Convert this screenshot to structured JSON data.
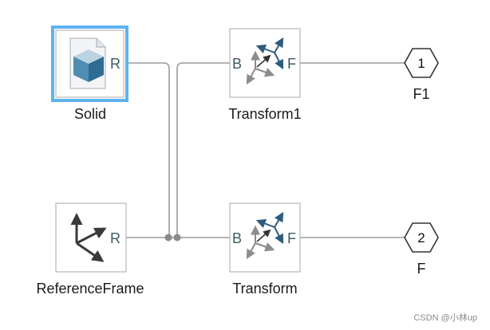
{
  "blocks": {
    "solid": {
      "label": "Solid",
      "port": "R"
    },
    "transform1": {
      "label": "Transform1",
      "port_in": "B",
      "port_out": "F"
    },
    "reference_frame": {
      "label": "ReferenceFrame",
      "port": "R"
    },
    "transform": {
      "label": "Transform",
      "port_in": "B",
      "port_out": "F"
    },
    "outport_f1": {
      "number": "1",
      "label": "F1"
    },
    "outport_f": {
      "number": "2",
      "label": "F"
    }
  },
  "watermark": "CSDN @小林up",
  "colors": {
    "selection": "#5cb3f0",
    "wire": "#9b9b9b",
    "block_border": "#a8a8a8",
    "port_text": "#3d5a66",
    "cube_front": "#4f8db2",
    "transform_dark": "#2e5c7e",
    "transform_gray": "#8c8c8c"
  },
  "icons": {
    "solid": "cube-icon",
    "reference_frame": "reference-frame-axes-icon",
    "transform": "rigid-transform-icon"
  }
}
